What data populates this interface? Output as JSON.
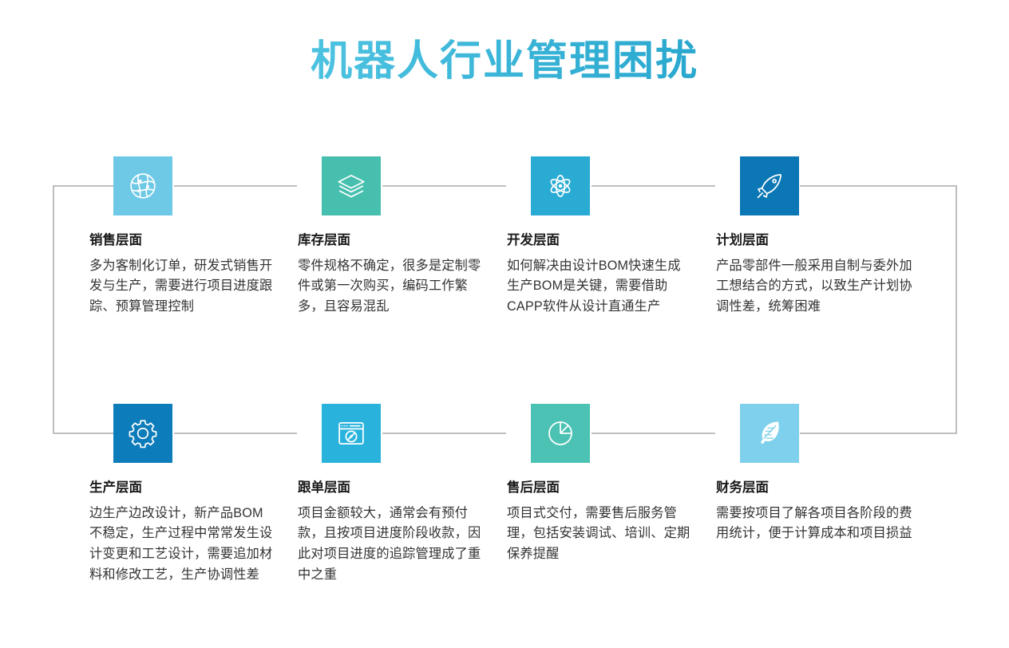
{
  "header": {
    "title": "机器人行业管理困扰",
    "title_gradient_from": "#63d0e8",
    "title_gradient_to": "#1796b9"
  },
  "theme": {
    "background": "#ffffff",
    "connector_line_color": "#999999",
    "heading_color": "#1b1b1b",
    "body_color": "#333333"
  },
  "cards": [
    {
      "id": "sales",
      "icon": "globe-network-icon",
      "icon_bg": "#6ec9e6",
      "title": "销售层面",
      "body": "多为客制化订单，研发式销售开发与生产，需要进行项目进度跟踪、预算管理控制"
    },
    {
      "id": "inventory",
      "icon": "layers-icon",
      "icon_bg": "#46bfae",
      "title": "库存层面",
      "body": "零件规格不确定，很多是定制零件或第一次购买，编码工作繁多，且容易混乱"
    },
    {
      "id": "development",
      "icon": "atom-icon",
      "icon_bg": "#29abd4",
      "title": "开发层面",
      "body": "如何解决由设计BOM快速生成生产BOM是关键，需要借助CAPP软件从设计直通生产"
    },
    {
      "id": "planning",
      "icon": "rocket-icon",
      "icon_bg": "#0b77b5",
      "title": "计划层面",
      "body": "产品零部件一般采用自制与委外加工想结合的方式，以致生产计划协调性差，统筹困难"
    },
    {
      "id": "production",
      "icon": "gear-icon",
      "icon_bg": "#0d7cba",
      "title": "生产层面",
      "body": "边生产边改设计，新产品BOM不稳定，生产过程中常常发生设计变更和工艺设计，需要追加材料和修改工艺，生产协调性差"
    },
    {
      "id": "order-tracking",
      "icon": "browser-compass-icon",
      "icon_bg": "#29b3dc",
      "title": "跟单层面",
      "body": "项目金额较大，通常会有预付款，且按项目进度阶段收款，因此对项目进度的追踪管理成了重中之重"
    },
    {
      "id": "after-sales",
      "icon": "pie-chart-icon",
      "icon_bg": "#4cc2b4",
      "title": "售后层面",
      "body": "项目式交付，需要售后服务管理，包括安装调试、培训、定期保养提醒"
    },
    {
      "id": "finance",
      "icon": "feather-icon",
      "icon_bg": "#7ed0ec",
      "title": "财务层面",
      "body": "需要按项目了解各项目各阶段的费用统计，便于计算成本和项目损益"
    }
  ]
}
